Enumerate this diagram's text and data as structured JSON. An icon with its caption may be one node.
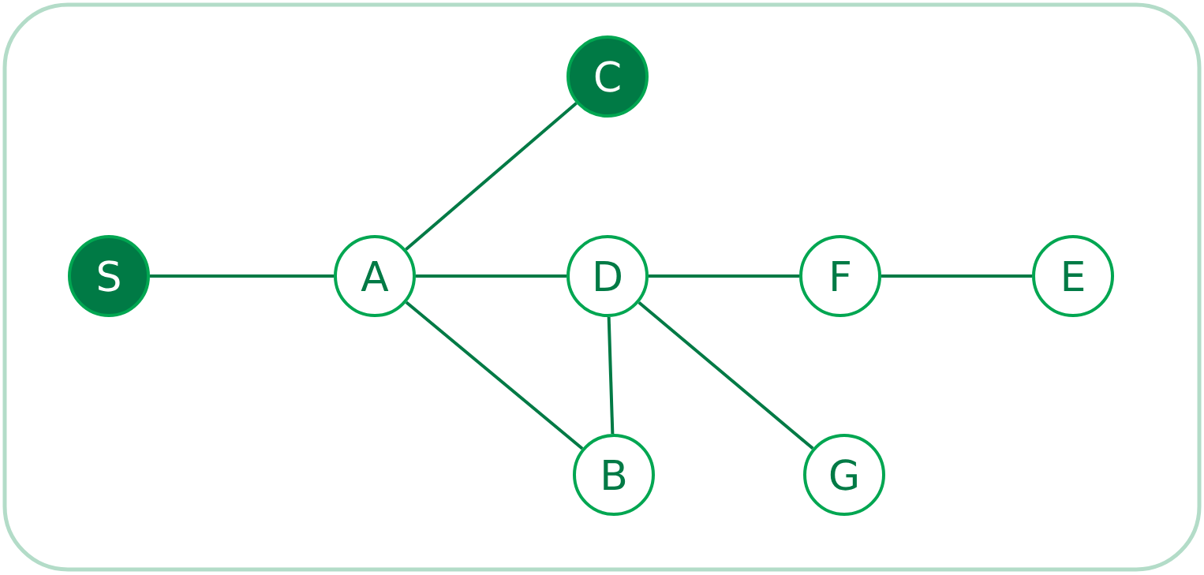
{
  "diagram": {
    "nodes": [
      {
        "text": [
          "C"
        ]
      },
      {
        "text": [
          "S"
        ]
      },
      {
        "text": [
          "A"
        ]
      },
      {
        "text": [
          "D"
        ]
      },
      {
        "text": [
          "F"
        ]
      },
      {
        "text": [
          "E"
        ]
      },
      {
        "text": [
          "B"
        ]
      },
      {
        "text": [
          "G"
        ]
      }
    ],
    "edges": [
      {
        "from": 1,
        "to": 2,
        "arrow": "none"
      },
      {
        "from": 2,
        "to": 0,
        "arrow": "none"
      },
      {
        "from": 2,
        "to": 3,
        "arrow": "none"
      },
      {
        "from": 2,
        "to": 6,
        "arrow": "none"
      },
      {
        "from": 3,
        "to": 4,
        "arrow": "none"
      },
      {
        "from": 4,
        "to": 5,
        "arrow": "none"
      },
      {
        "from": 3,
        "to": 6,
        "arrow": "none"
      },
      {
        "from": 3,
        "to": 7,
        "arrow": "none"
      }
    ]
  }
}
